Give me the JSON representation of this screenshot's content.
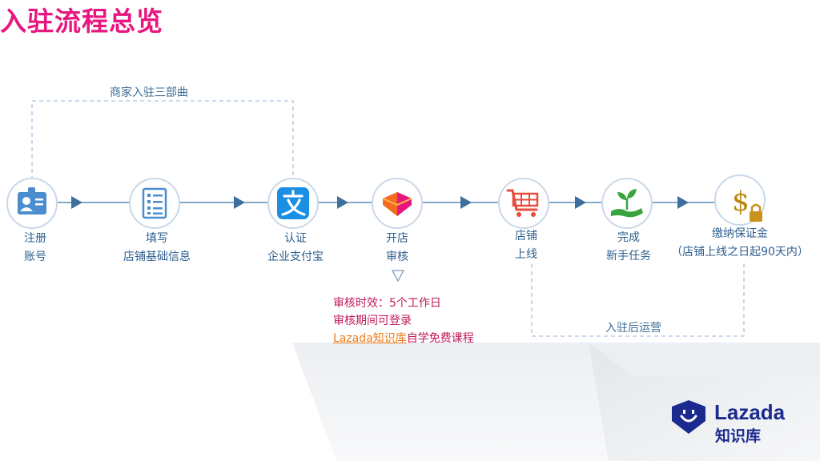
{
  "title": "入驻流程总览",
  "top_bracket_label": "商家入驻三部曲",
  "bottom_bracket_label": "入驻后运营",
  "steps": [
    {
      "icon": "person-card-icon",
      "line1": "注册",
      "line2": "账号"
    },
    {
      "icon": "checklist-icon",
      "line1": "填写",
      "line2": "店铺基础信息"
    },
    {
      "icon": "alipay-icon",
      "line1": "认证",
      "line2": "企业支付宝"
    },
    {
      "icon": "lazada-heart-icon",
      "line1": "开店",
      "line2": "审核"
    },
    {
      "icon": "shopping-cart-icon",
      "line1": "店铺",
      "line2": "上线"
    },
    {
      "icon": "sprout-hand-icon",
      "line1": "完成",
      "line2": "新手任务"
    },
    {
      "icon": "dollar-lock-icon",
      "line1": "缴纳保证金",
      "line2": "（店铺上线之日起90天内）"
    }
  ],
  "review_notes": {
    "line1": "审核时效：5个工作日",
    "line2": "审核期间可登录",
    "line3_link": "Lazada知识库",
    "line3_rest": "自学免费课程"
  },
  "brand": {
    "name": "Lazada",
    "sub": "知识库"
  },
  "colors": {
    "title": "#e8177f",
    "flow": "#2e5f8f",
    "note": "#c2185b",
    "link": "#ee7a1a",
    "brand": "#1b2a8f"
  }
}
